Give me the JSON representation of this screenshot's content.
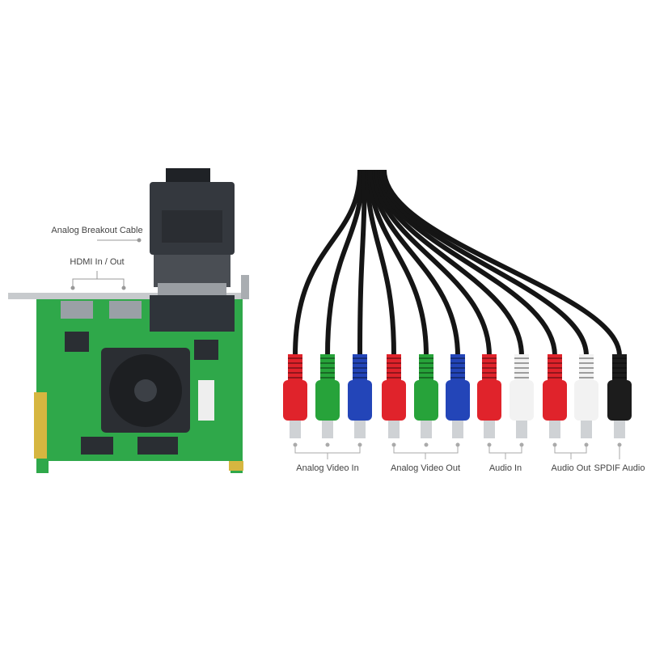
{
  "labels": {
    "analog_breakout_cable": "Analog Breakout Cable",
    "hdmi_in_out": "HDMI In / Out",
    "analog_video_in": "Analog Video In",
    "analog_video_out": "Analog Video Out",
    "audio_in": "Audio In",
    "audio_out": "Audio Out",
    "spdif_audio": "SPDIF Audio"
  },
  "connectors": [
    {
      "group": "analog_video_in",
      "color": "#e0232b"
    },
    {
      "group": "analog_video_in",
      "color": "#27a33a"
    },
    {
      "group": "analog_video_in",
      "color": "#2345b8"
    },
    {
      "group": "analog_video_out",
      "color": "#e0232b"
    },
    {
      "group": "analog_video_out",
      "color": "#27a33a"
    },
    {
      "group": "analog_video_out",
      "color": "#2345b8"
    },
    {
      "group": "audio_in",
      "color": "#e0232b"
    },
    {
      "group": "audio_in",
      "color": "#f2f2f2"
    },
    {
      "group": "audio_out",
      "color": "#e0232b"
    },
    {
      "group": "audio_out",
      "color": "#f2f2f2"
    },
    {
      "group": "spdif_audio",
      "color": "#1c1c1c"
    }
  ],
  "colors": {
    "pcb": "#2fa84a",
    "bracket": "#b8bcc0",
    "cable": "#151515",
    "connector_body": "#3a3f47"
  }
}
